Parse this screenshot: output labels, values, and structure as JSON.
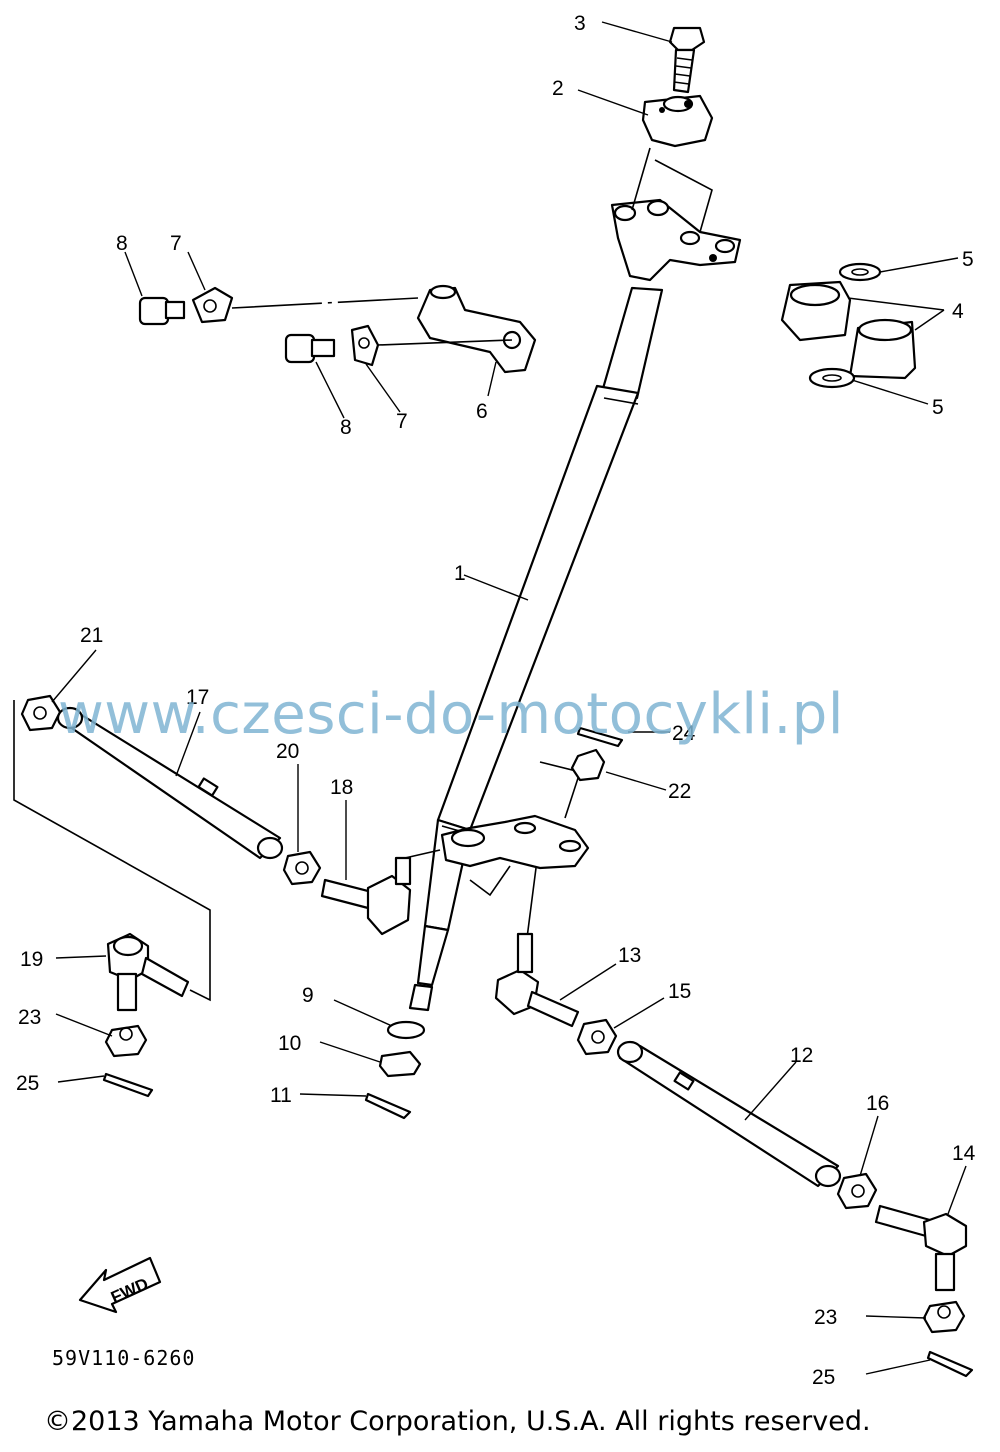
{
  "watermark": "www.czesci-do-motocykli.pl",
  "diagram_code": "59V110-6260",
  "copyright": "©2013 Yamaha Motor Corporation, U.S.A. All rights reserved.",
  "fwd_label": "FWD",
  "callouts": {
    "c1": "1",
    "c2": "2",
    "c3": "3",
    "c4": "4",
    "c5a": "5",
    "c5b": "5",
    "c6": "6",
    "c7a": "7",
    "c7b": "7",
    "c8a": "8",
    "c8b": "8",
    "c9": "9",
    "c10": "10",
    "c11": "11",
    "c12": "12",
    "c13": "13",
    "c14": "14",
    "c15": "15",
    "c16": "16",
    "c17": "17",
    "c18": "18",
    "c19": "19",
    "c20": "20",
    "c21": "21",
    "c22": "22",
    "c23a": "23",
    "c23b": "23",
    "c24": "24",
    "c25a": "25",
    "c25b": "25"
  }
}
